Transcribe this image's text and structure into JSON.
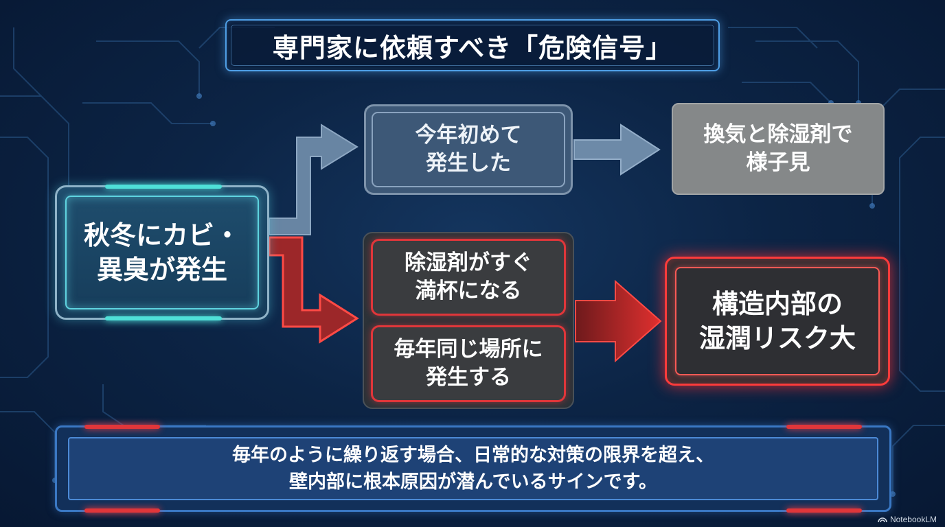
{
  "title": "専門家に依頼すべき「危険信号」",
  "nodes": {
    "source": "秋冬にカビ・\n異臭が発生",
    "first_time": "今年初めて\n発生した",
    "wait_and_see": "換気と除湿剤で\n様子見",
    "warning_1": "除湿剤がすぐ\n満杯になる",
    "warning_2": "毎年同じ場所に\n発生する",
    "risk": "構造内部の\n湿潤リスク大"
  },
  "footer": "毎年のように繰り返す場合、日常的な対策の限界を超え、\n壁内部に根本原因が潜んでいるサインです。",
  "brand": "NotebookLM",
  "colors": {
    "background": "#0c2445",
    "safe_path": "#6d8aa8",
    "danger_path": "#d9302f",
    "teal_accent": "#4fe0d8",
    "gray_box": "#858889"
  }
}
